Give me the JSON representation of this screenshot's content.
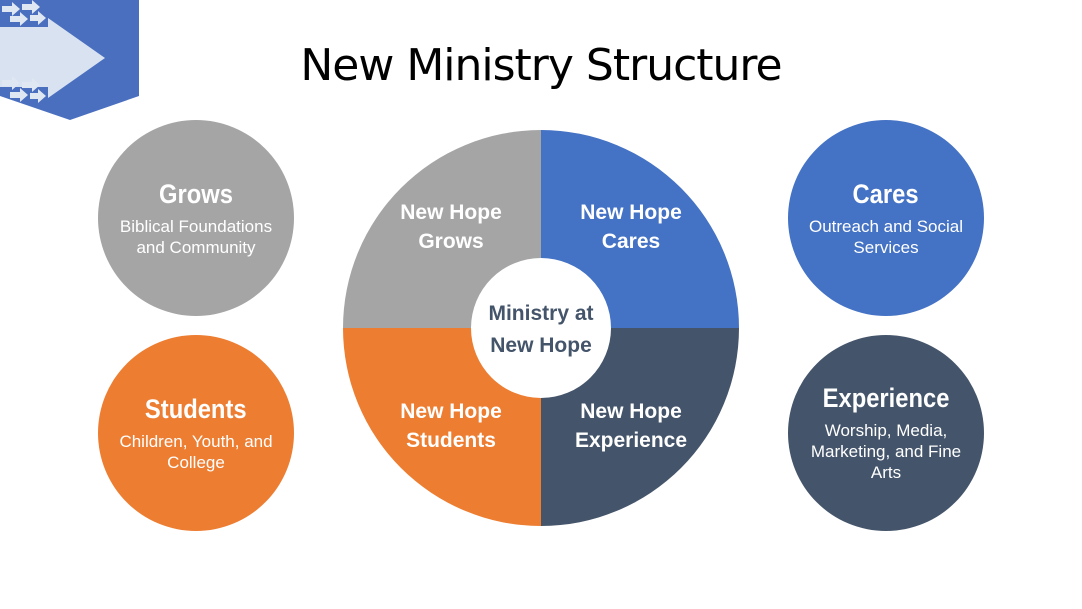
{
  "title": "New Ministry Structure",
  "colors": {
    "grows": "#a5a5a5",
    "cares": "#4472c4",
    "students": "#ed7d31",
    "experience": "#44546a"
  },
  "hub": {
    "line1": "Ministry at",
    "line2": "New Hope"
  },
  "segments": {
    "grows": {
      "line1": "New Hope",
      "line2": "Grows"
    },
    "cares": {
      "line1": "New Hope",
      "line2": "Cares"
    },
    "students": {
      "line1": "New Hope",
      "line2": "Students"
    },
    "experience": {
      "line1": "New Hope",
      "line2": "Experience"
    }
  },
  "cards": {
    "grows": {
      "heading": "Grows",
      "desc": "Biblical Foundations and Community"
    },
    "students": {
      "heading": "Students",
      "desc": "Children, Youth, and College"
    },
    "cares": {
      "heading": "Cares",
      "desc": "Outreach and Social Services"
    },
    "experience": {
      "heading": "Experience",
      "desc": "Worship, Media, Marketing, and Fine Arts"
    }
  }
}
